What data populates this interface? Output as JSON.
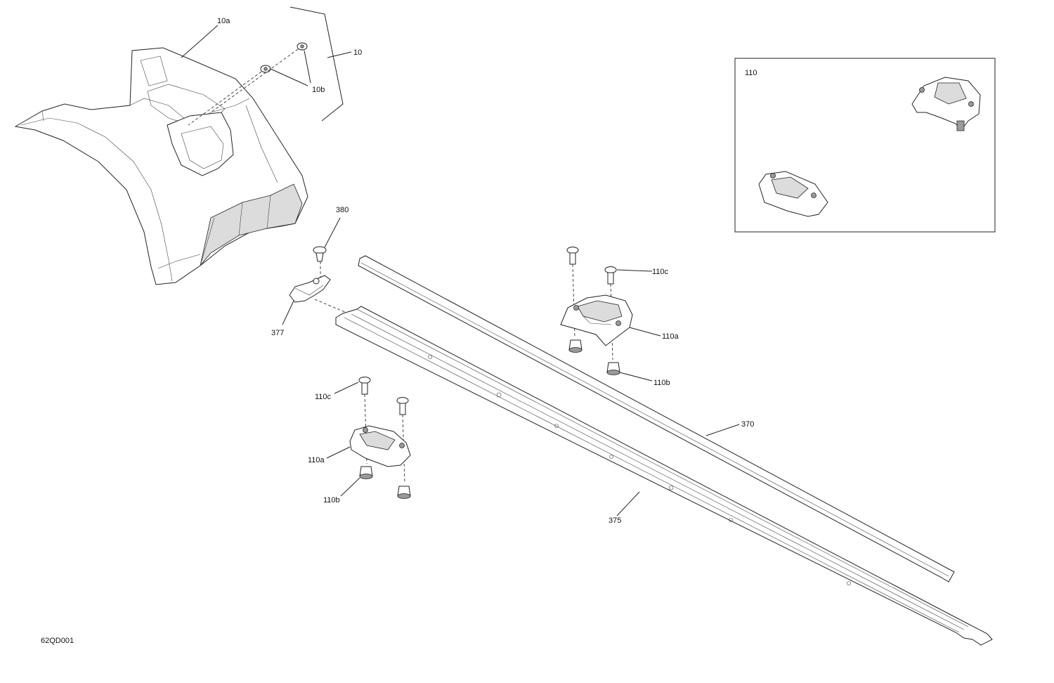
{
  "diagram": {
    "code": "62QD001",
    "inset_label": "110",
    "callouts": {
      "c10": "10",
      "c10a": "10a",
      "c10b": "10b",
      "c380": "380",
      "c377": "377",
      "c110c_top": "110c",
      "c110a_top": "110a",
      "c110b_top": "110b",
      "c110c_bot": "110c",
      "c110a_bot": "110a",
      "c110b_bot": "110b",
      "c370": "370",
      "c375": "375"
    }
  }
}
